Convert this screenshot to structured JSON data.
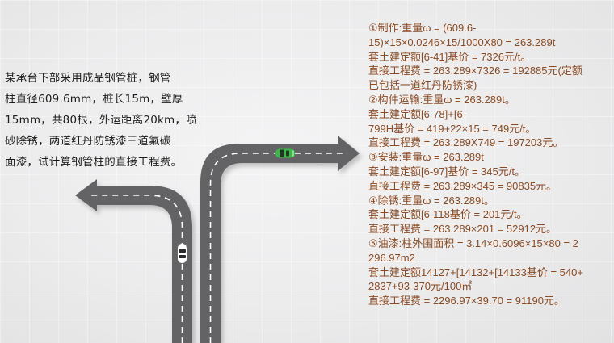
{
  "problem": {
    "lines": [
      "某承台下部采用成品钢管桩，钢管",
      "柱直径609.6mm，桩长15m，壁厚",
      "15mm，共80根，外运距离20km，喷",
      "砂除锈，两道红丹防锈漆三道氟碳",
      "面漆，试计算钢管柱的直接工程费。"
    ]
  },
  "solution": {
    "lines": [
      "①制作:重量ω = (609.6-",
      "15)×15×0.0246×15/1000X80 = 263.289t",
      "套土建定额[6-41]基价 = 7326元/t。",
      "直接工程费 = 263.289×7326 = 192885元(定额",
      "已包括一道红丹防锈漆)",
      "②构件运输:重量ω = 263.289t。",
      "套土建定额[6-78]+[6-",
      "799H基价 = 419+22×15 = 749元/t。",
      "直接工程费 = 263.289X749 = 197203元。",
      "③安装:重量ω = 263.289t",
      "套土建定额[6-97]基价 = 345元/t。",
      "直接工程费 = 263.289×345 = 90835元。",
      "④除锈:重量ω = 263.289t。",
      "套土建定额[6-118基价 = 201元/t。",
      "直接工程费 = 263.289×201 = 52912元。",
      "⑤油漆:柱外围面积 = 3.14×0.6096×15×80 = 2",
      "296.97m2",
      "套土建定额14127+[14132+[14133基价 = 540+",
      "2837+93-370元/100㎡",
      "直接工程费 = 2296.97×39.70 = 91190元。"
    ]
  },
  "graphic": {
    "road_color": "#636365",
    "lane_marking_color": "#ffffff",
    "text_color": "#8a4a22",
    "cars": [
      {
        "name": "green-car",
        "color": "#3cb84a"
      },
      {
        "name": "white-car",
        "color": "#ffffff"
      }
    ]
  }
}
